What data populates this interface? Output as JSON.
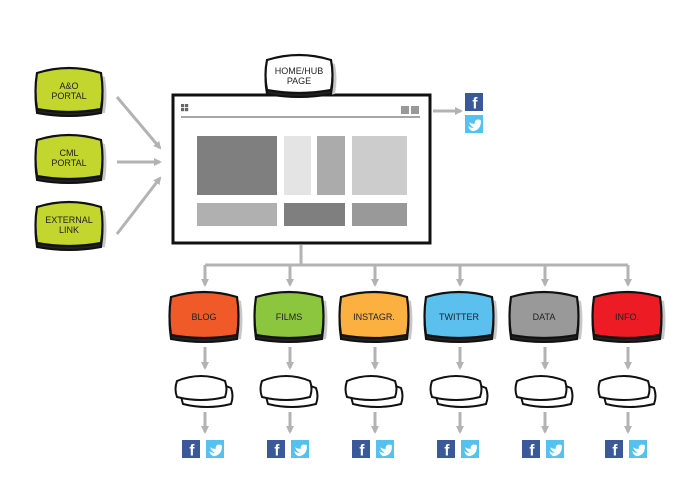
{
  "diagram": {
    "hub": {
      "label_lines": [
        "HOME/HUB",
        "PAGE"
      ],
      "fill": "#ffffff"
    },
    "sources": [
      {
        "id": "ao-portal",
        "label_lines": [
          "A&O",
          "PORTAL"
        ],
        "fill": "#c2d62e"
      },
      {
        "id": "cml-portal",
        "label_lines": [
          "CML",
          "PORTAL"
        ],
        "fill": "#c2d62e"
      },
      {
        "id": "external-link",
        "label_lines": [
          "EXTERNAL",
          "LINK"
        ],
        "fill": "#c2d62e"
      }
    ],
    "channels": [
      {
        "id": "blog",
        "label": "BLOG",
        "fill": "#f05a28"
      },
      {
        "id": "films",
        "label": "FILMS",
        "fill": "#8cc63f"
      },
      {
        "id": "instagr",
        "label": "INSTAGR.",
        "fill": "#fbb040"
      },
      {
        "id": "twitter",
        "label": "TWITTER",
        "fill": "#5bc0ee"
      },
      {
        "id": "data",
        "label": "DATA",
        "fill": "#999999"
      },
      {
        "id": "info",
        "label": "INFO.",
        "fill": "#ed1c24"
      }
    ],
    "social": {
      "facebook": {
        "glyph": "f",
        "color": "#3b5998"
      },
      "twitter": {
        "glyph": "t",
        "color": "#55c1ef"
      }
    },
    "browser": {
      "mini_social": [
        "f",
        "t"
      ],
      "blocks": [
        {
          "shade": "#7f7f7f"
        },
        {
          "shade": "#e4e4e4"
        },
        {
          "shade": "#ababab"
        },
        {
          "shade": "#cccccc"
        },
        {
          "shade": "#b0b0b0"
        },
        {
          "shade": "#7f7f7f"
        },
        {
          "shade": "#999999"
        }
      ]
    },
    "colors": {
      "arrow": "#b3b3b3",
      "outline": "#111111",
      "shadow": "#c8c8c8"
    }
  }
}
